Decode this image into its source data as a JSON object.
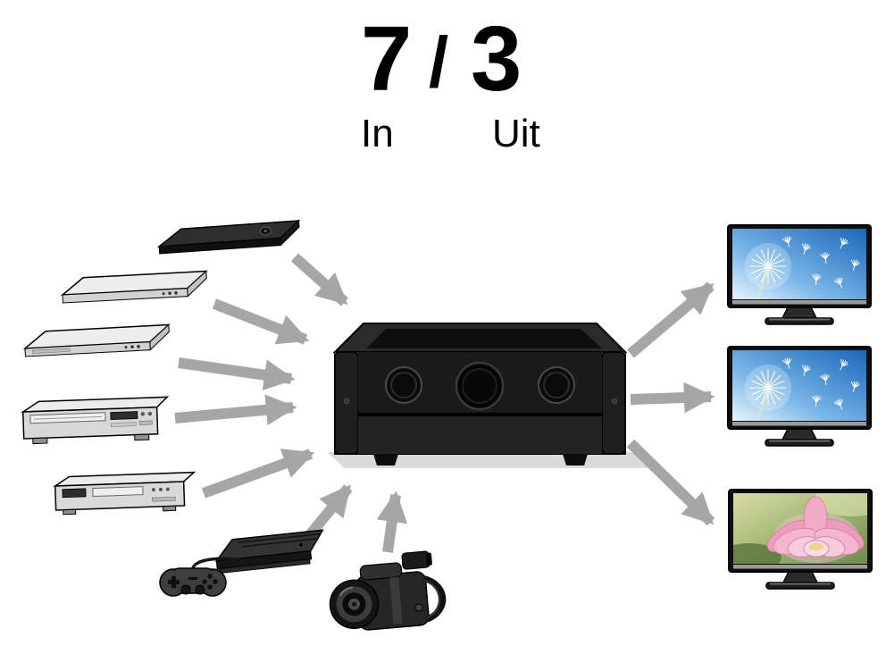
{
  "title": {
    "inputs_count": "7",
    "separator": "/",
    "outputs_count": "3",
    "inputs_label": "In",
    "outputs_label": "Uit"
  },
  "diagram": {
    "hub_icon": "av-receiver-icon",
    "source_icons": [
      "slim-disc-player-icon",
      "disc-player-icon",
      "disc-player-icon",
      "cd-player-icon",
      "cd-player-icon",
      "game-console-icon",
      "camcorder-icon"
    ],
    "output_icons": [
      "tv-dandelion-icon",
      "tv-dandelion-icon",
      "tv-lotus-icon"
    ],
    "input_arrow_count": 7,
    "output_arrow_count": 3,
    "colors": {
      "arrow": "#a6a6a6",
      "receiver_body": "#161616",
      "screen_sky_blue": "#1a66b8",
      "screen_lotus_pink": "#f2abc7"
    }
  }
}
